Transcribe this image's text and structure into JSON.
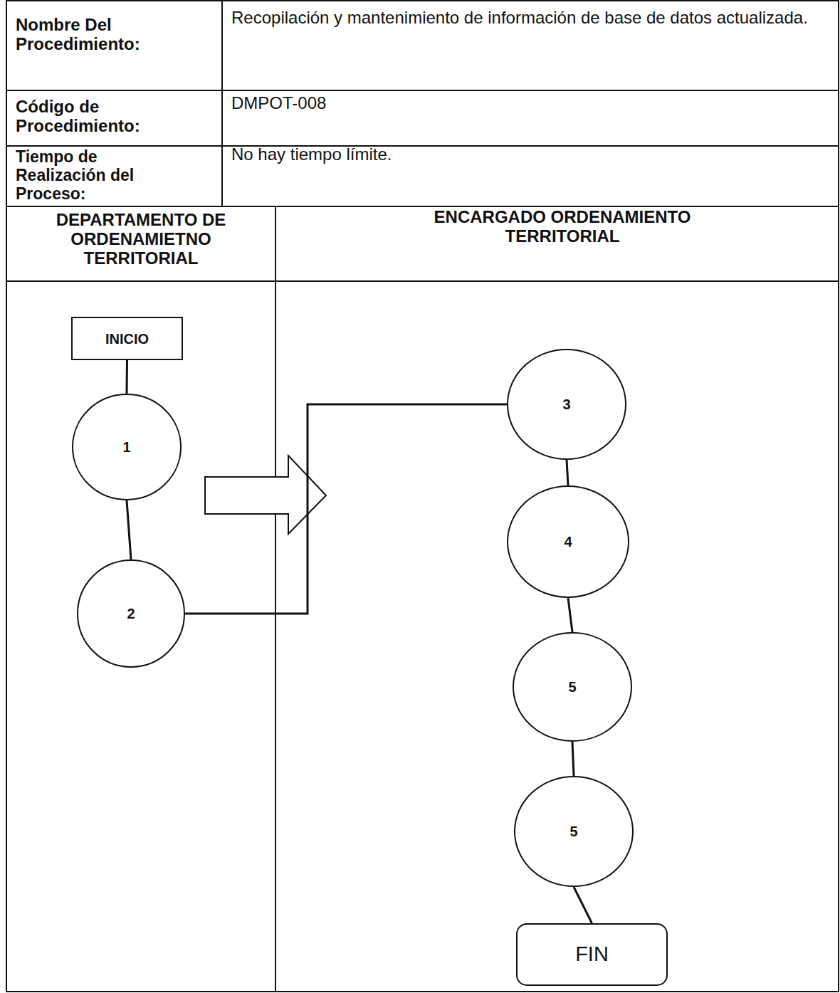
{
  "diagram": {
    "nodes": [
      {
        "text": [
          "INICIO"
        ]
      },
      {
        "text": [
          "1"
        ]
      },
      {
        "text": [
          "2"
        ]
      },
      {
        "text": [
          "3"
        ]
      },
      {
        "text": [
          "4"
        ]
      },
      {
        "text": [
          "5"
        ]
      },
      {
        "text": [
          "5"
        ]
      },
      {
        "text": [
          "FIN"
        ]
      }
    ],
    "edges": [
      {
        "from": 0,
        "to": 1,
        "arrow": "none"
      },
      {
        "from": 1,
        "to": 2,
        "arrow": "none"
      },
      {
        "from": 2,
        "to": 3,
        "arrow": "none"
      },
      {
        "from": 3,
        "to": 4,
        "arrow": "none"
      },
      {
        "from": 4,
        "to": 5,
        "arrow": "none"
      },
      {
        "from": 5,
        "to": 6,
        "arrow": "none"
      },
      {
        "from": 6,
        "to": 7,
        "arrow": "none"
      }
    ],
    "labels": [
      "Nombre Del Procedimiento:",
      "Recopilación y mantenimiento de información de base de datos actualizada.",
      "Código de Procedimiento:",
      "DMPOT-008",
      "Tiempo de Realización del Proceso:",
      "No hay tiempo límite.",
      "DEPARTAMENTO DE ORDENAMIETNO TERRITORIAL",
      "ENCARGADO ORDENAMIENTO TERRITORIAL"
    ]
  }
}
